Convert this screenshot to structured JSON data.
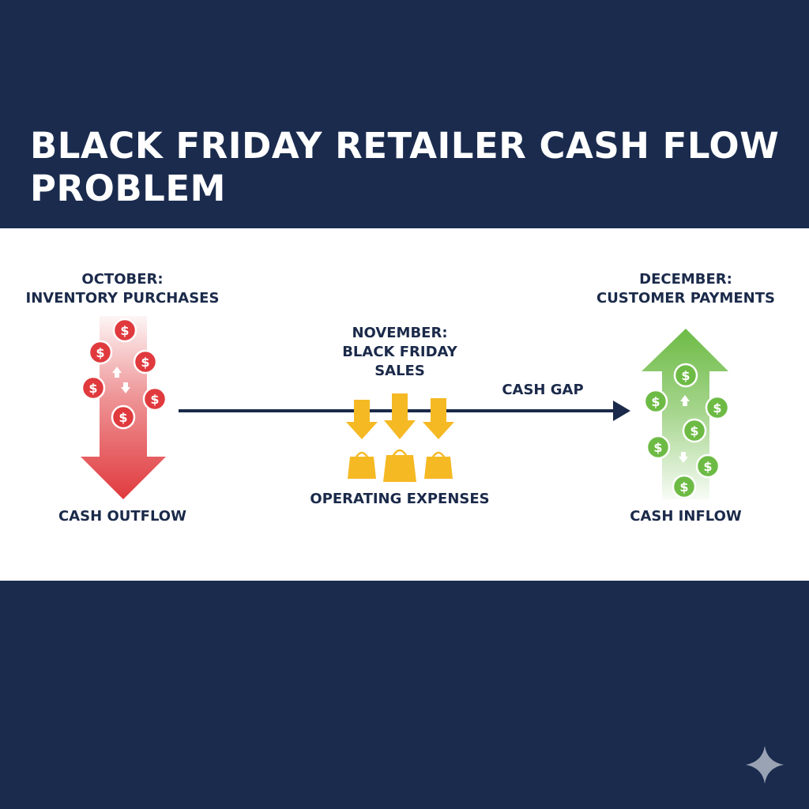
{
  "title": "BLACK FRIDAY RETAILER CASH FLOW PROBLEM",
  "october": {
    "line1": "OCTOBER:",
    "line2": "INVENTORY PURCHASES",
    "caption": "CASH OUTFLOW",
    "icon": "red-down-arrow-with-dollar-coins"
  },
  "november": {
    "line1": "NOVEMBER:",
    "line2": "BLACK FRIDAY",
    "line3": "SALES",
    "caption": "OPERATING EXPENSES",
    "icon": "shopping-bag-icon"
  },
  "timeline": {
    "label": "CASH GAP"
  },
  "december": {
    "line1": "DECEMBER:",
    "line2": "CUSTOMER PAYMENTS",
    "caption": "CASH INFLOW",
    "icon": "green-up-arrow-with-dollar-coins"
  },
  "colors": {
    "navy": "#1a2b4e",
    "text": "#1b2a4a",
    "outflow_red": "#e03a3e",
    "expense_yellow": "#f5b924",
    "inflow_green": "#6dbb45"
  }
}
